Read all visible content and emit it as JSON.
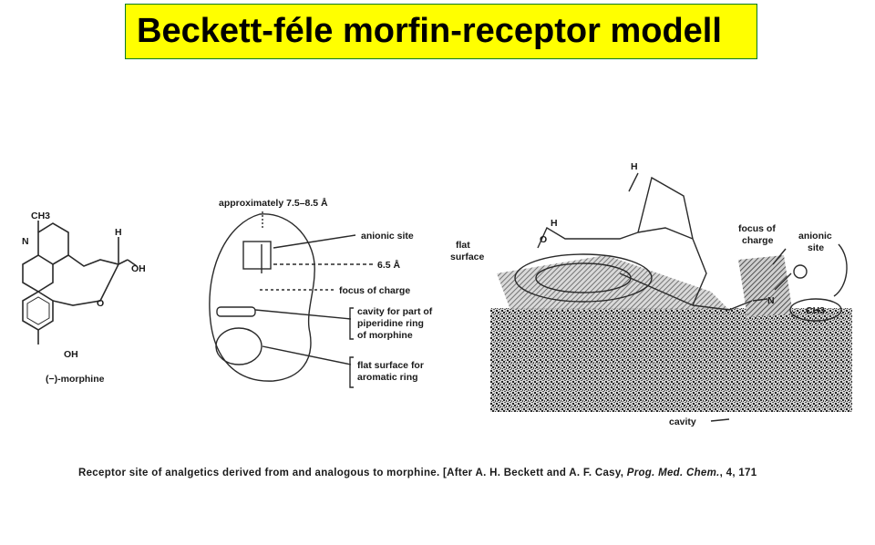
{
  "title": "Beckett-féle morfin-receptor modell",
  "colors": {
    "title_bg": "#ffff00",
    "title_border": "#0a7a28",
    "ink": "#1a1a1a"
  },
  "morphine": {
    "label": "(−)-morphine",
    "group_top": "CH3",
    "group_right": "OH",
    "group_bottom": "OH",
    "ring_o": "O",
    "n_label": "N",
    "h_label": "H"
  },
  "receptor_scheme": {
    "distance_top": "approximately 7.5–8.5 Å",
    "anionic_site": "anionic site",
    "distance_mid": "6.5 Å",
    "focus_of_charge": "focus of charge",
    "cavity_label_1": "cavity for part of",
    "cavity_label_2": "piperidine ring",
    "cavity_label_3": "of morphine",
    "flat_label_1": "flat surface for",
    "flat_label_2": "aromatic ring"
  },
  "perspective": {
    "flat_surface_1": "flat",
    "flat_surface_2": "surface",
    "focus_1": "focus of",
    "focus_2": "charge",
    "anionic_1": "anionic",
    "anionic_2": "site",
    "ch3": "CH3",
    "n_label": "N",
    "cavity": "cavity",
    "h_top": "H",
    "o_label": "O",
    "h_label": "H"
  },
  "caption": {
    "text": "Receptor site of analgetics derived from and analogous to morphine. [After A. H. Beckett and A. F. Casy,",
    "journal": "Prog. Med. Chem.",
    "rest": ", 4, 171"
  }
}
